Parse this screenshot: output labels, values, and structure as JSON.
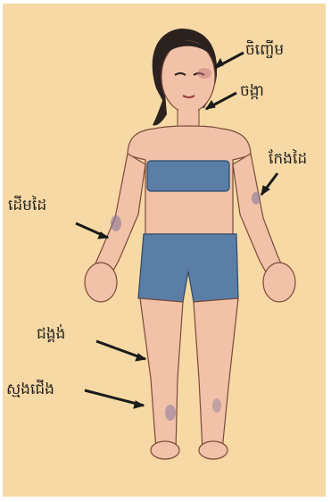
{
  "colors": {
    "background": "#f6d9a4",
    "skin": "#f1c2a8",
    "skin_shadow": "#d99d86",
    "clothing": "#5a7ea6",
    "hair": "#2b2220",
    "arrow": "#1a1a1a",
    "bruise": "#8a7a9a"
  },
  "labels": {
    "eye": "ចិញ្ចើម",
    "neck": "ចង្កា",
    "elbow": "កែងដៃ",
    "forearm": "ដើមដៃ",
    "knee": "ជង្គង់",
    "shin": "ស្មងជើង"
  }
}
